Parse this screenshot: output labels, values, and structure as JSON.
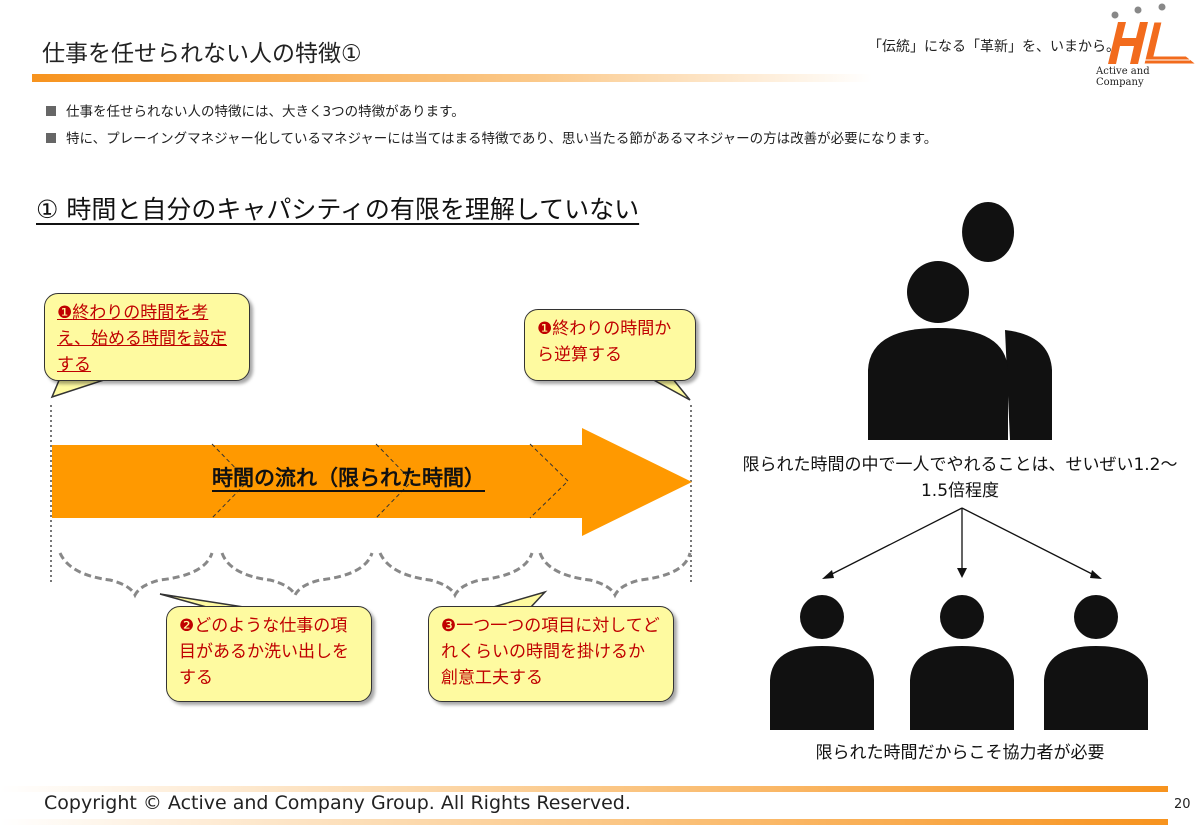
{
  "header": {
    "title": "仕事を任せられない人の特徴①",
    "tagline": "「伝統」になる「革新」を、いまから。",
    "logo_text": "Active and Company"
  },
  "bullets": [
    "仕事を任せられない人の特徴には、大きく3つの特徴があります。",
    "特に、プレーイングマネジャー化しているマネジャーには当てはまる特徴であり、思い当たる節があるマネジャーの方は改善が必要になります。"
  ],
  "section_heading": "①  時間と自分のキャパシティの有限を理解していない",
  "diagram": {
    "arrow_label": "時間の流れ（限られた時間）",
    "callouts": [
      {
        "num": "❶",
        "text": "終わりの時間を考え、始める時間を設定する"
      },
      {
        "num": "❶",
        "text": "終わりの時間から逆算する"
      },
      {
        "num": "❷",
        "text": "どのような仕事の項目があるか洗い出しをする"
      },
      {
        "num": "❸",
        "text": "一つ一つの項目に対してどれくらいの時間を掛けるか創意工夫する"
      }
    ]
  },
  "right": {
    "caption1": "限られた時間の中で一人でやれることは、せいぜい1.2〜1.5倍程度",
    "caption2": "限られた時間だからこそ協力者が必要"
  },
  "footer": {
    "copyright": "Copyright © Active and Company Group. All Rights Reserved.",
    "page": "20"
  },
  "colors": {
    "accent": "#f7931e",
    "callout_bg": "#fefaa0",
    "callout_text": "#c00000",
    "arrow": "#ff9900"
  }
}
